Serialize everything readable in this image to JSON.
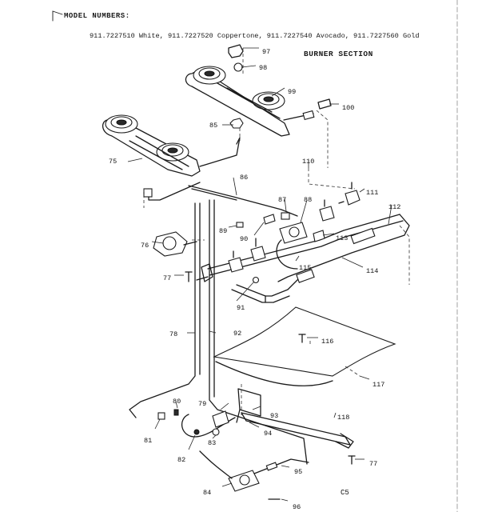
{
  "header": {
    "model_numbers_label": "MODEL NUMBERS:",
    "models_line": "911.7227510 White, 911.7227520 Coppertone, 911.7227540 Avocado, 911.7227560 Gold",
    "section_title": "BURNER SECTION"
  },
  "page_number": "C5",
  "callouts": [
    {
      "id": "75"
    },
    {
      "id": "76"
    },
    {
      "id": "77"
    },
    {
      "id": "78"
    },
    {
      "id": "79"
    },
    {
      "id": "80"
    },
    {
      "id": "81"
    },
    {
      "id": "82"
    },
    {
      "id": "83"
    },
    {
      "id": "84"
    },
    {
      "id": "85"
    },
    {
      "id": "86"
    },
    {
      "id": "87"
    },
    {
      "id": "88"
    },
    {
      "id": "89"
    },
    {
      "id": "90"
    },
    {
      "id": "91"
    },
    {
      "id": "92"
    },
    {
      "id": "93"
    },
    {
      "id": "94"
    },
    {
      "id": "95"
    },
    {
      "id": "96"
    },
    {
      "id": "97"
    },
    {
      "id": "98"
    },
    {
      "id": "99"
    },
    {
      "id": "100"
    },
    {
      "id": "110"
    },
    {
      "id": "111"
    },
    {
      "id": "112"
    },
    {
      "id": "113"
    },
    {
      "id": "114"
    },
    {
      "id": "115"
    },
    {
      "id": "116"
    },
    {
      "id": "117"
    },
    {
      "id": "118"
    },
    {
      "id": "77"
    }
  ]
}
